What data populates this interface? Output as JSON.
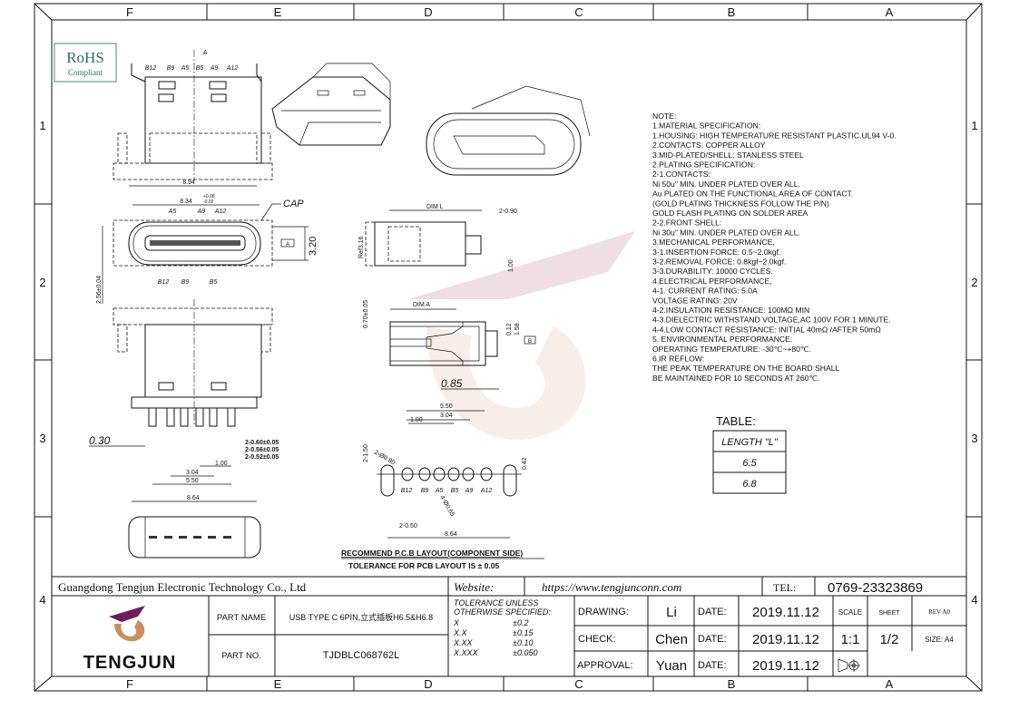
{
  "frame": {
    "columns": [
      "F",
      "E",
      "D",
      "C",
      "B",
      "A"
    ],
    "rows": [
      "1",
      "2",
      "3",
      "4"
    ]
  },
  "rohs": {
    "line1": "RoHS",
    "line2": "Compliant"
  },
  "top_view": {
    "pins": [
      "B12",
      "B9",
      "A5",
      "B5",
      "A9",
      "A12"
    ],
    "section_mark": "A",
    "width_dim": "8.94"
  },
  "front_view": {
    "width_dim": "8.34",
    "tol_upper": "+0.08",
    "tol_lower": "-0.02",
    "cap_label": "CAP",
    "top_pins": [
      "A5",
      "A9",
      "A12"
    ],
    "bottom_pins": [
      "B12",
      "B9",
      "B5"
    ],
    "height_dim": "3.20",
    "datum": "A",
    "offset_dim": "2.56±0.04"
  },
  "bottom_view": {
    "offset": "0.30",
    "pin_widths": [
      "2-0.60±0.05",
      "2-0.56±0.05",
      "2-0.52±0.05"
    ],
    "pitch": "1.00",
    "span1": "3.04",
    "span2": "5.50",
    "span3": "8.64"
  },
  "side_view": {
    "dim_l": "DIM L",
    "tab": "2-0.90",
    "ref": "Ref3.16",
    "h": "1.00"
  },
  "section_view": {
    "dim_a": "DIM A",
    "thk": "0.70±0.05",
    "d1": "0.12",
    "d2": "1.58",
    "datum": "B",
    "depth": "0.85"
  },
  "pcb_layout": {
    "dims": [
      "5.50",
      "3.04",
      "1.00"
    ],
    "slot": "2-1.50",
    "slot_dia": "2-Ø0.80",
    "hole_dia": "4-Ø0.65",
    "pins": [
      "B12",
      "B9",
      "A5",
      "B5",
      "A9",
      "A12"
    ],
    "pad_h": "0.42",
    "slot_w": "2-0.50",
    "span": "8.64",
    "title": "RECOMMEND P.C.B LAYOUT(COMPONENT SIDE)",
    "tolerance": "TOLERANCE FOR PCB LAYOUT IS ± 0.05"
  },
  "notes": [
    "NOTE:",
    "1.MATERIAL SPECIFICATION:",
    "  1.HOUSING: HIGH TEMPERATURE RESISTANT PLASTIC,UL94 V-0.",
    "  2.CONTACTS: COPPER ALLOY",
    "  3.MID-PLATED/SHELL: STANLESS STEEL",
    " 2.PLATING SPECIFICATION:",
    "   2-1.CONTACTS:",
    "    Ni 50u\" MIN. UNDER PLATED OVER ALL.",
    "    Au PLATED ON THE FUNCTIONAL AREA OF CONTACT.",
    "    (GOLD PLATING THICKNESS FOLLOW THE P/N)",
    "    GOLD FLASH PLATING ON SOLDER AREA",
    "2-2.FRONT SHELL:",
    "    Ni 30u\" MIN. UNDER PLATED OVER ALL.",
    " 3.MECHANICAL PERFORMANCE,",
    "    3-1.INSERTION FORCE: 0.5~2.0kgf.",
    "    3-2.REMOVAL FORCE: 0.8kgf~2.0kgf.",
    "    3-3.DURABILITY: 10000 CYCLES.",
    " 4.ELECTRICAL PERFORMANCE,",
    "     4-1. CURRENT RATING: 5.0A",
    "            VOLTAGE RATING: 20V",
    "     4-2.INSULATION RESISTANCE: 100MΩ  MIN",
    "     4-3.DIELECTRIC WITHSTAND VOLTAGE,AC 100V FOR 1 MINUTE.",
    "     4-4.LOW CONTACT RESISTANCE: INITIAL 40mΩ /AFTER 50mΩ",
    " 5. ENVIRONMENTAL PERFORMANCE:",
    "    OPERATING TEMPERATURE: -30℃~+80℃.",
    " 6.IR REFLOW:",
    "    THE PEAK TEMPERATURE ON THE BOARD SHALL",
    "    BE MAINTAINED FOR 10 SECONDS AT 260℃."
  ],
  "length_table": {
    "title": "TABLE:",
    "header": "LENGTH \"L\"",
    "values": [
      "6.5",
      "6.8"
    ]
  },
  "title_block": {
    "company": "Guangdong Tengjun Electronic Technology Co., Ltd",
    "website_label": "Website:",
    "website": "https://www.tengjunconn.com",
    "tel_label": "TEL:",
    "tel": "0769-23323869",
    "logo_text": "TENGJUN",
    "part_name_label": "PART NAME",
    "part_name": "USB TYPE C 6PIN,立式插板H6.5&H6.8",
    "part_no_label": "PART NO.",
    "part_no": "TJDBLC068762L",
    "tolerance_title1": "TOLERANCE  UNLESS",
    "tolerance_title2": "OTHERWISE  SPECIFIED:",
    "tolerances": [
      {
        "fmt": "X",
        "tol": "±0.2"
      },
      {
        "fmt": "X.X",
        "tol": "±0.15"
      },
      {
        "fmt": "X.XX",
        "tol": "±0.10"
      },
      {
        "fmt": "X.XXX",
        "tol": "±0.050"
      }
    ],
    "drawing_label": "DRAWING:",
    "drawing_by": "Li",
    "check_label": "CHECK:",
    "check_by": "Chen",
    "approval_label": "APPROVAL:",
    "approval_by": "Yuan",
    "date_label": "DATE:",
    "drawing_date": "2019.11.12",
    "check_date": "2019.11.12",
    "approval_date": "2019.11.12",
    "scale_label": "SCALE",
    "scale": "1:1",
    "sheet_label": "SHEET",
    "sheet": "1/2",
    "rev_label": "REV A0",
    "size_label": "SIZE: A4"
  },
  "colors": {
    "logo_purple": "#6b1f5a",
    "logo_tan": "#c9905e",
    "watermark": "#e9d6dc"
  }
}
